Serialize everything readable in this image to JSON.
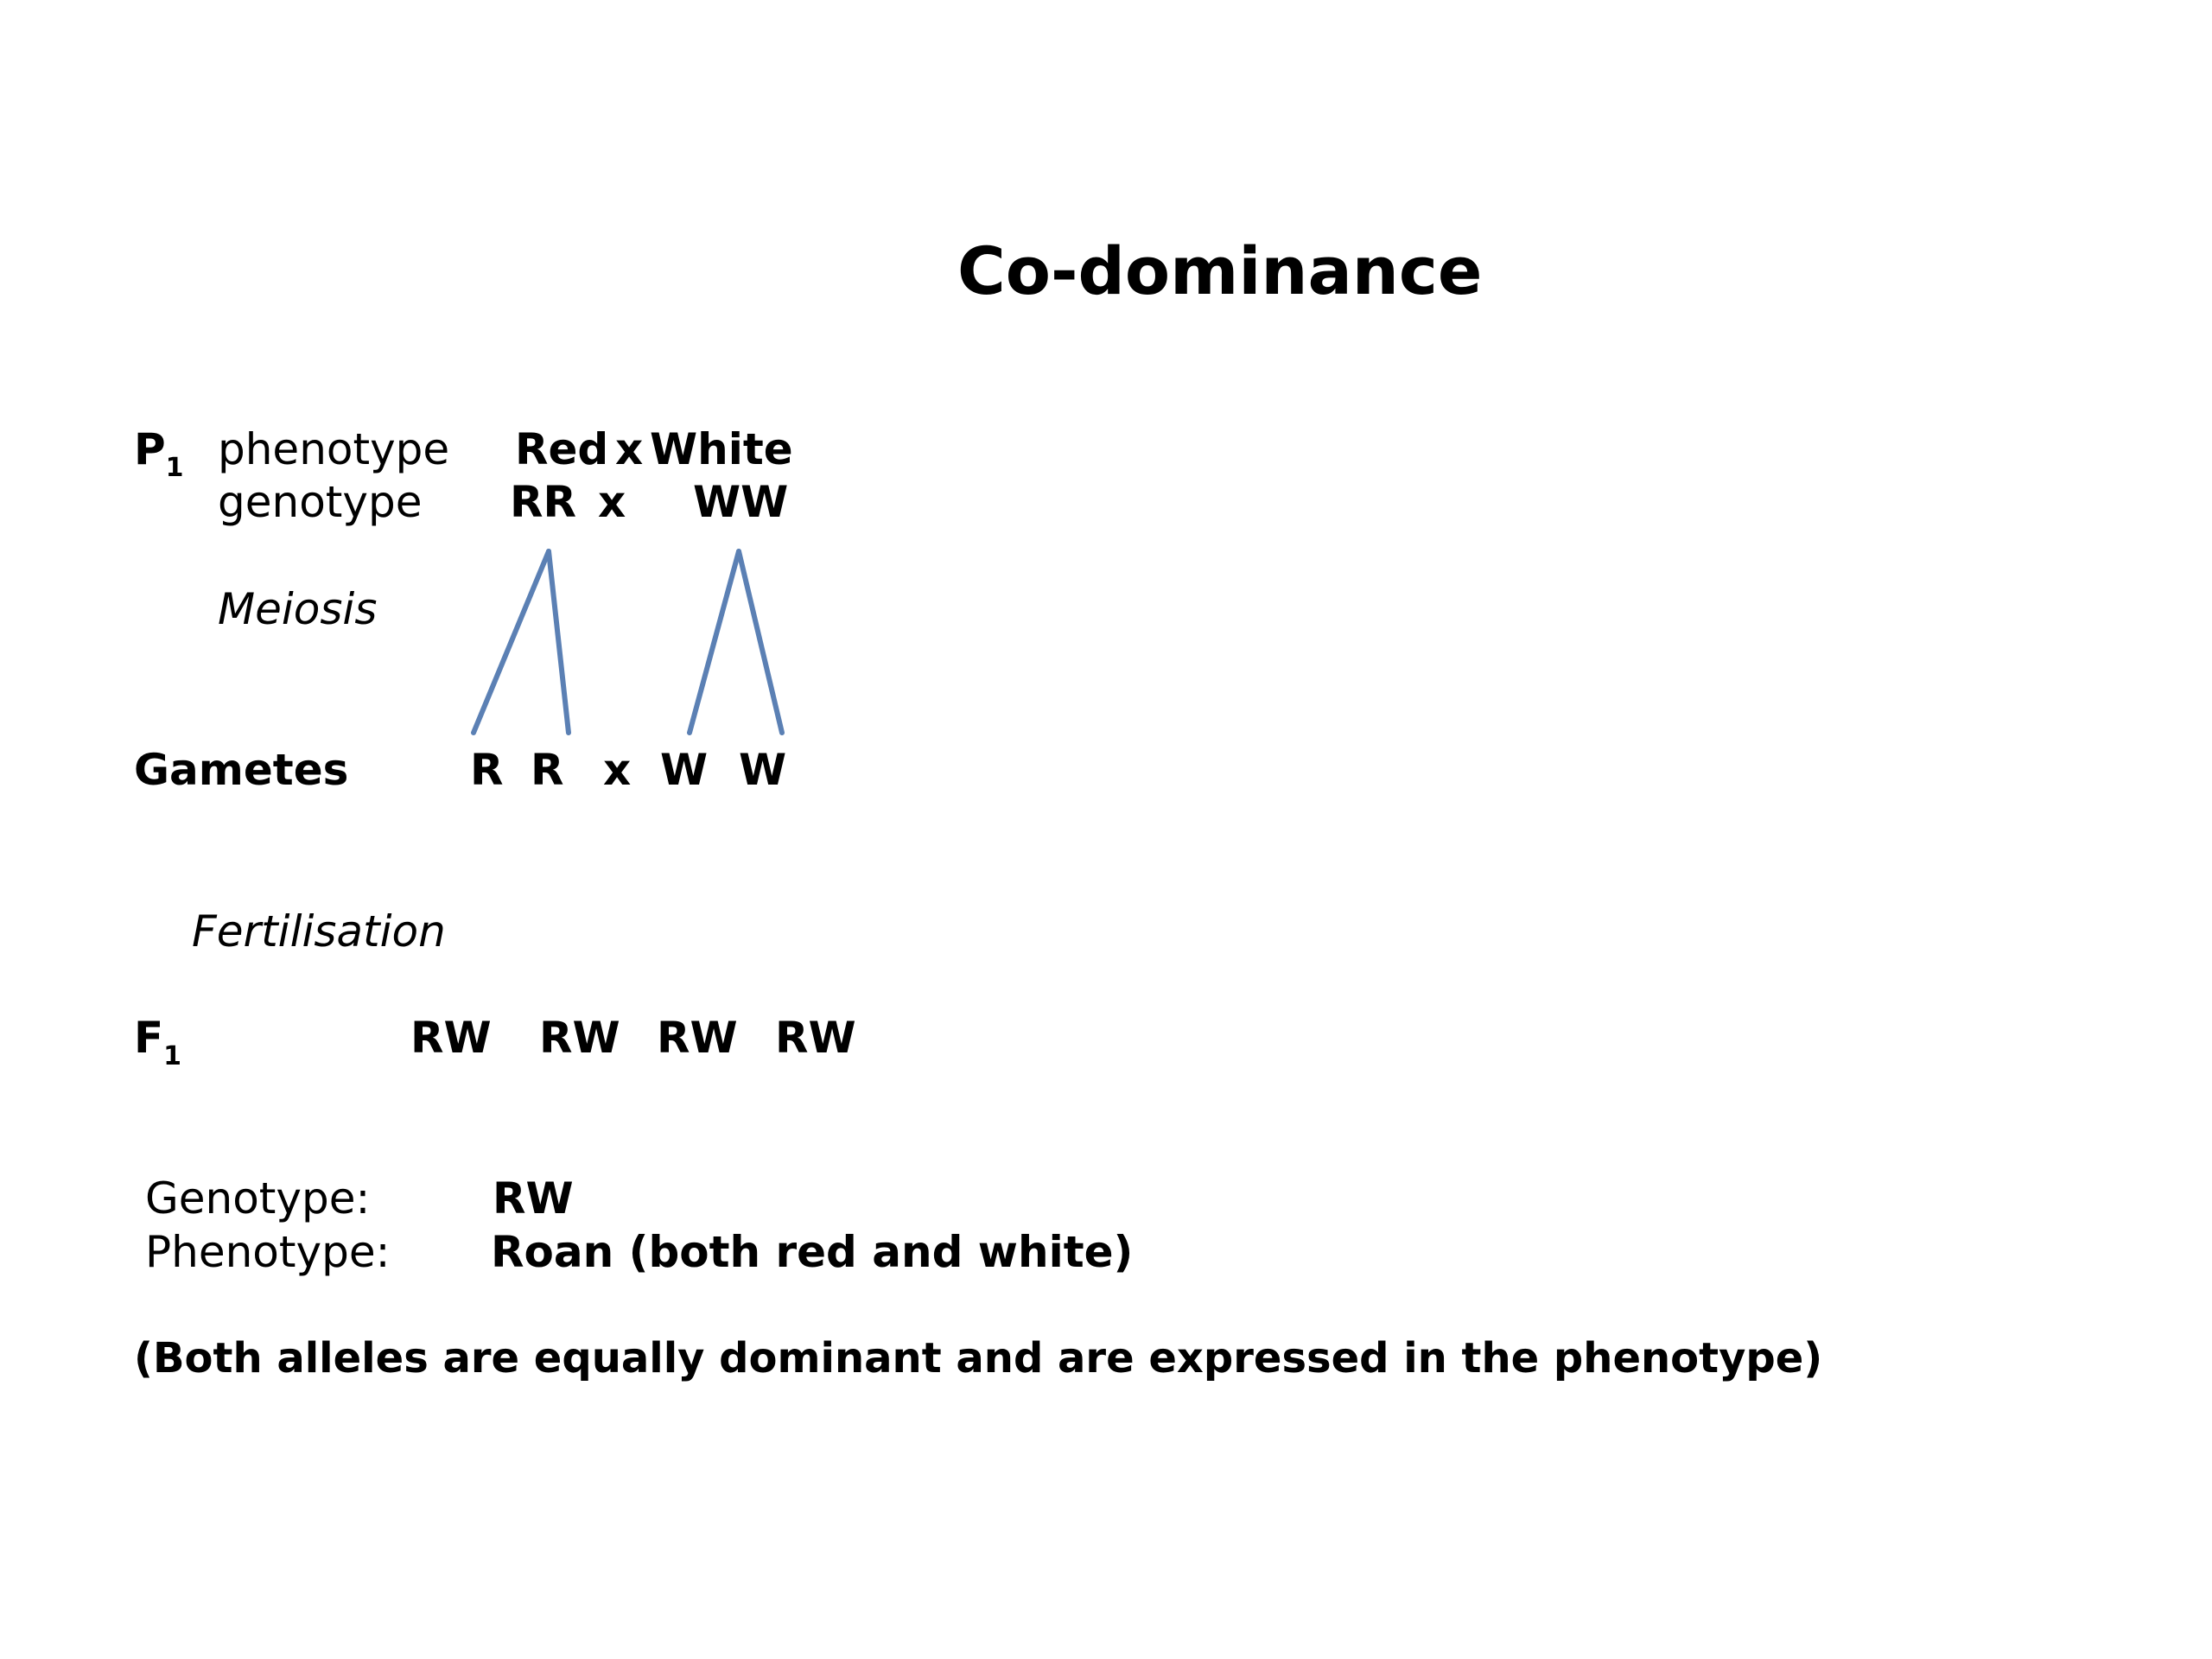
{
  "title": "Co-dominance",
  "p1": {
    "label": "P",
    "subscript": "1",
    "phenotype_label": "phenotype",
    "genotype_label": "genotype",
    "phenotype": {
      "left": "Red",
      "cross": "x",
      "right": "White"
    },
    "genotype": {
      "left": "RR",
      "cross": "x",
      "right": "WW"
    }
  },
  "meiosis_label": "Meiosis",
  "gametes": {
    "label": "Gametes",
    "items": [
      "R",
      "R",
      "x",
      "W",
      "W"
    ]
  },
  "fertilisation_label": "Fertilisation",
  "f1": {
    "label": "F",
    "subscript": "1",
    "offspring": [
      "RW",
      "RW",
      "RW",
      "RW"
    ]
  },
  "summary": {
    "genotype_label": "Genotype:",
    "genotype_value": "RW",
    "phenotype_label": "Phenotype:",
    "phenotype_value": "Roan (both red and white)"
  },
  "note": "(Both alleles are equally dominant and are expressed in the phenotype)",
  "colors": {
    "line": "#5b80b4",
    "text": "#000000"
  }
}
